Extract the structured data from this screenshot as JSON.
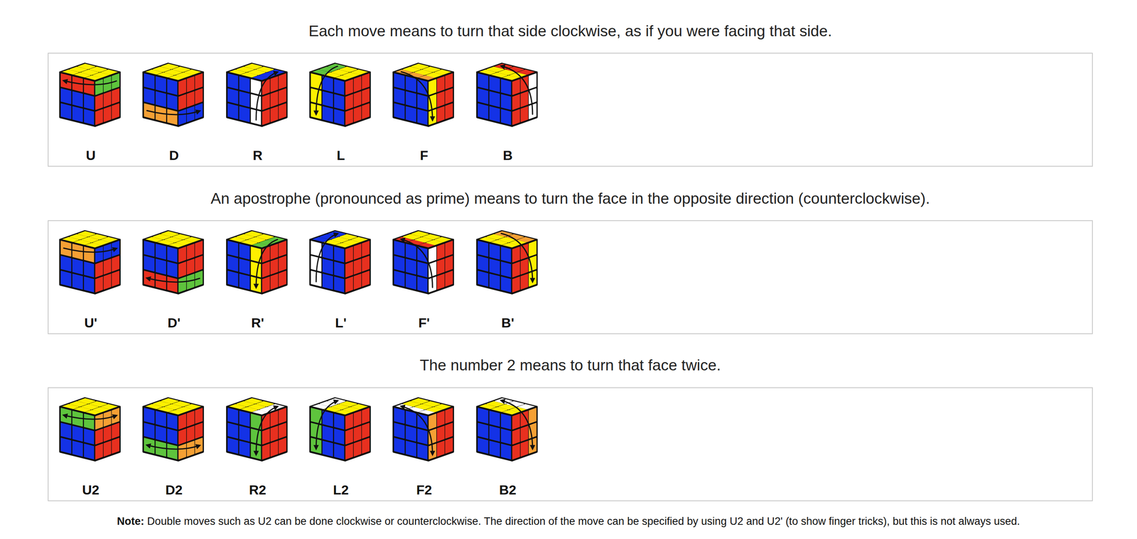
{
  "diagram": {
    "nodes": [
      {
        "text": [
          "Each move means to turn that side clockwise, as if you were facing that side.",
          "U",
          "D",
          "R",
          "L",
          "F",
          "B"
        ]
      },
      {
        "text": [
          "An apostrophe (pronounced as prime) means to turn the face in the opposite direction (counterclockwise).",
          "U'",
          "D'",
          "R'",
          "L'",
          "F'",
          "B'"
        ]
      },
      {
        "text": [
          "The number 2 means to turn that face twice.",
          "U2",
          "D2",
          "R2",
          "L2",
          "F2",
          "B2"
        ]
      }
    ],
    "labels": [
      "Note: Double moves such as U2 can be done clockwise or counterclockwise. The direction of the move can be specified by using U2 and U2' (to show finger tricks), but this is not always used."
    ]
  }
}
